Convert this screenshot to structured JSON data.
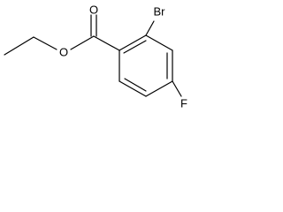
{
  "molecule": {
    "atoms": {
      "carbonyl_oxygen": "O",
      "ester_oxygen": "O",
      "bromine": "Br",
      "fluorine": "F"
    }
  },
  "colors": {
    "bond": "#000000",
    "background": "#ffffff"
  }
}
